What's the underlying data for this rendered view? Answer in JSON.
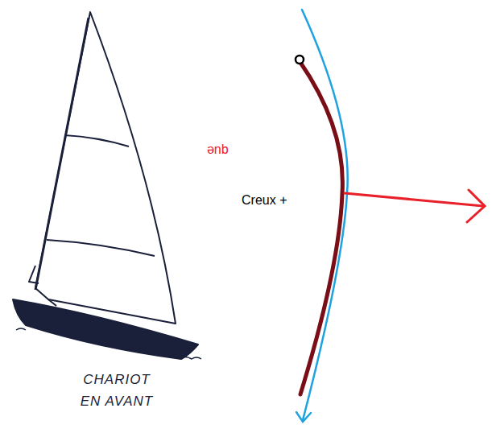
{
  "diagram": {
    "labels": [
      "que",
      "Creux +",
      "CHARIOT EN AVANT"
    ]
  }
}
